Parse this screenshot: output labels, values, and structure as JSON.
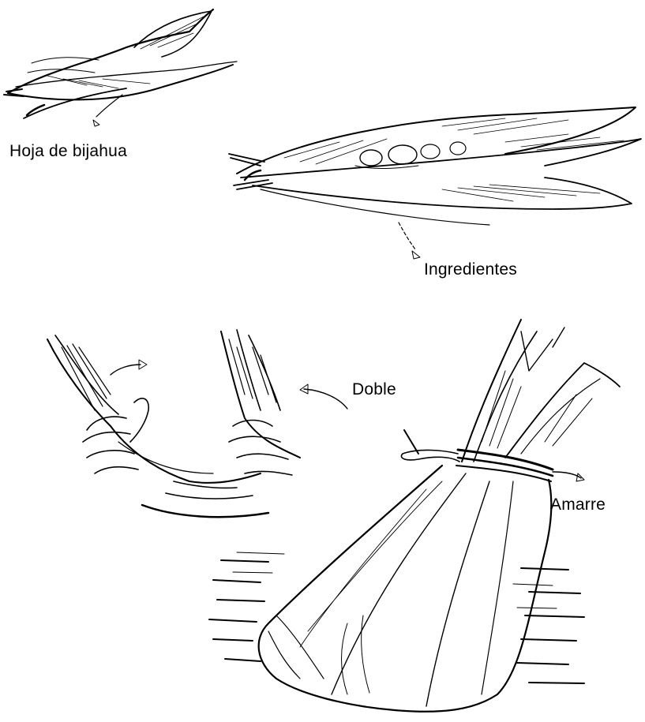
{
  "labels": {
    "hoja": "Hoja de bijahua",
    "ingredientes": "Ingredientes",
    "doble": "Doble",
    "amarre": "Amarre"
  },
  "colors": {
    "ink": "#000000",
    "background": "#ffffff"
  }
}
